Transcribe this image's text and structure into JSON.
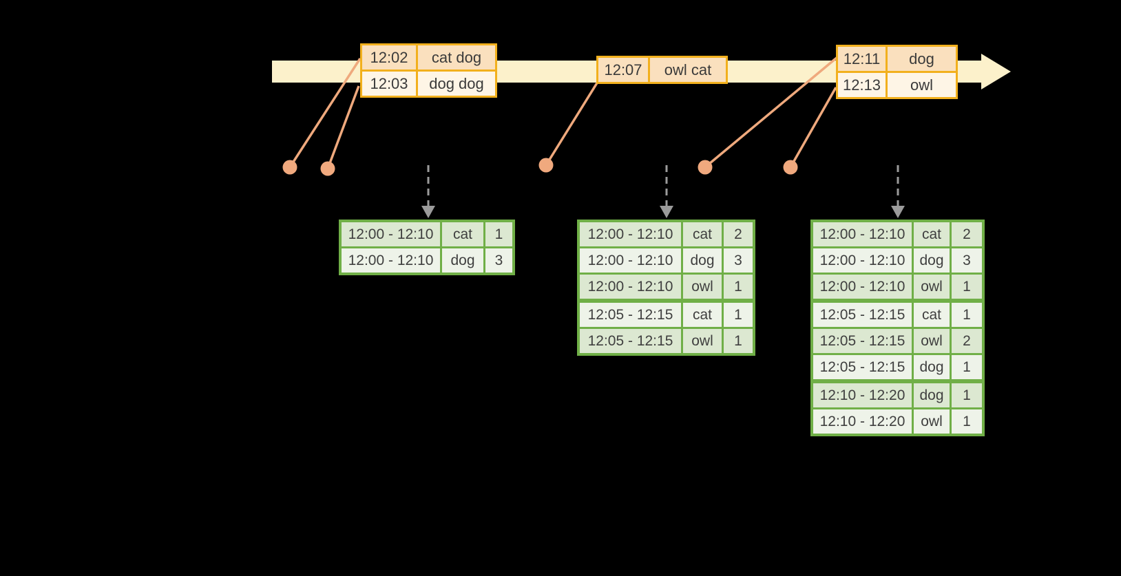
{
  "colors": {
    "background": "#000000",
    "timeline_band": "#FCF1CB",
    "event_border": "#F2B01D",
    "event_row_dark": "#FAE0BE",
    "event_row_light": "#FEF5E6",
    "marker_orange": "#F0A97E",
    "result_border": "#70AF47",
    "result_row_dark": "#DCE8D1",
    "result_row_light": "#EEF3E9",
    "trigger_arrow_gray": "#9B9B9B",
    "text": "#3F3F3F"
  },
  "icons": {
    "timeline_arrow": "right-arrow",
    "event_marker": "dot",
    "trigger": "dashed-down-arrow"
  },
  "event_tables": [
    {
      "rows": [
        {
          "time": "12:02",
          "words": "cat dog"
        },
        {
          "time": "12:03",
          "words": "dog dog"
        }
      ]
    },
    {
      "rows": [
        {
          "time": "12:07",
          "words": "owl cat"
        }
      ]
    },
    {
      "rows": [
        {
          "time": "12:11",
          "words": "dog"
        },
        {
          "time": "12:13",
          "words": "owl"
        }
      ]
    }
  ],
  "result_tables": [
    {
      "rows": [
        {
          "window": "12:00 - 12:10",
          "word": "cat",
          "count": "1"
        },
        {
          "window": "12:00 - 12:10",
          "word": "dog",
          "count": "3"
        }
      ]
    },
    {
      "rows": [
        {
          "window": "12:00 - 12:10",
          "word": "cat",
          "count": "2"
        },
        {
          "window": "12:00 - 12:10",
          "word": "dog",
          "count": "3"
        },
        {
          "window": "12:00 - 12:10",
          "word": "owl",
          "count": "1"
        },
        {
          "window": "12:05 - 12:15",
          "word": "cat",
          "count": "1"
        },
        {
          "window": "12:05 - 12:15",
          "word": "owl",
          "count": "1"
        }
      ]
    },
    {
      "rows": [
        {
          "window": "12:00 - 12:10",
          "word": "cat",
          "count": "2"
        },
        {
          "window": "12:00 - 12:10",
          "word": "dog",
          "count": "3"
        },
        {
          "window": "12:00 - 12:10",
          "word": "owl",
          "count": "1"
        },
        {
          "window": "12:05 - 12:15",
          "word": "cat",
          "count": "1"
        },
        {
          "window": "12:05 - 12:15",
          "word": "owl",
          "count": "2"
        },
        {
          "window": "12:05 - 12:15",
          "word": "dog",
          "count": "1"
        },
        {
          "window": "12:10 - 12:20",
          "word": "dog",
          "count": "1"
        },
        {
          "window": "12:10 - 12:20",
          "word": "owl",
          "count": "1"
        }
      ]
    }
  ]
}
